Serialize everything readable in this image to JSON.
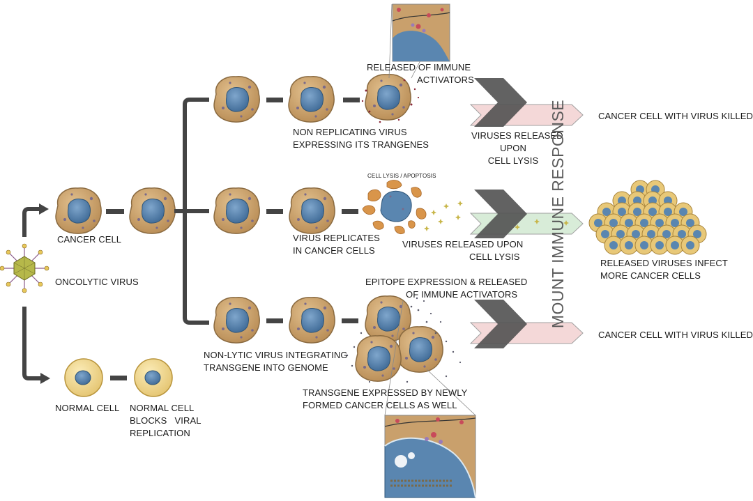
{
  "colors": {
    "cell_fill": "#c9a06c",
    "cell_stroke": "#8a6a40",
    "nucleus_fill": "#5a86b0",
    "normal_cell_fill": "#f0d58a",
    "normal_cell_stroke": "#b8943a",
    "virus_fill": "#b6b84a",
    "connector": "#444444",
    "dark_chevron": "#555555",
    "pink_arrow": "#f4d8d8",
    "green_arrow": "#d8ecd8",
    "lysis_fragment": "#d9954a"
  },
  "labels": {
    "oncolytic_virus": "ONCOLYTIC VIRUS",
    "cancer_cell": "CANCER CELL",
    "normal_cell": "NORMAL CELL",
    "normal_cell_blocks": [
      "NORMAL CELL",
      "BLOCKS   VIRAL",
      "REPLICATION"
    ],
    "top_branch_caption": [
      "NON REPLICATING VIRUS",
      "EXPRESSING ITS TRANGENES"
    ],
    "released_immune_activators": [
      "RELEASED OF IMMUNE",
      "ACTIVATORS"
    ],
    "viruses_released_top": [
      "VIRUSES RELEASED",
      "UPON",
      "CELL LYSIS"
    ],
    "cancer_cell_killed_top": "CANCER CELL WITH VIRUS KILLED",
    "cell_lysis_apoptosis": "CELL LYSIS / APOPTOSIS",
    "virus_replicates": [
      "VIRUS REPLICATES",
      "IN CANCER CELLS"
    ],
    "viruses_released_mid": [
      "VIRUSES RELEASED UPON",
      "CELL LYSIS"
    ],
    "released_viruses_infect": [
      "RELEASED VIRUSES INFECT",
      "MORE CANCER CELLS"
    ],
    "epitope_expression": [
      "EPITOPE EXPRESSION & RELEASED",
      "OF IMMUNE ACTIVATORS"
    ],
    "non_lytic_virus": [
      "NON-LYTIC VIRUS INTEGRATING",
      "TRANSGENE INTO GENOME"
    ],
    "cancer_cell_killed_bottom": "CANCER CELL WITH VIRUS KILLED",
    "transgene_expressed": [
      "TRANSGENE EXPRESSED BY NEWLY",
      "FORMED CANCER CELLS AS WELL"
    ],
    "mount_immune_response": "MOUNT IMMUNE RESPONSE"
  },
  "icons": [
    "virus-icon",
    "cancer-cell-icon",
    "normal-cell-icon",
    "chevron-icon",
    "cell-cluster-icon",
    "cell-lysis-icon",
    "zoom-inset-icon"
  ]
}
